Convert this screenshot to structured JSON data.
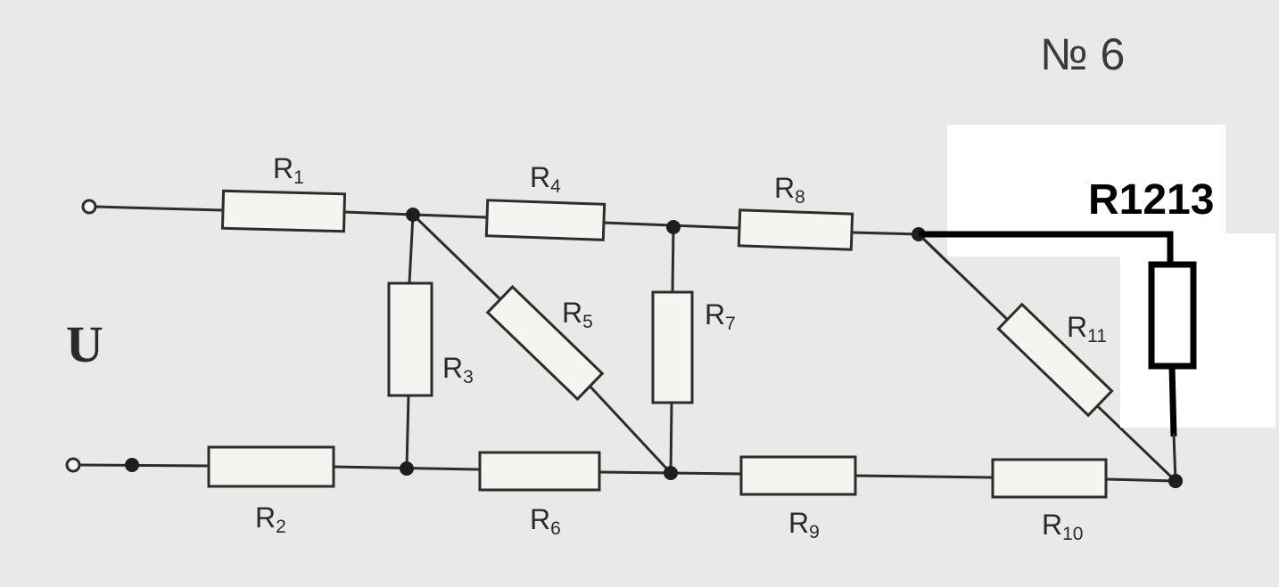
{
  "problem_number": "№ 6",
  "source_label": "U",
  "resistors": {
    "r1": {
      "letter": "R",
      "index": "1"
    },
    "r2": {
      "letter": "R",
      "index": "2"
    },
    "r3": {
      "letter": "R",
      "index": "3"
    },
    "r4": {
      "letter": "R",
      "index": "4"
    },
    "r5": {
      "letter": "R",
      "index": "5"
    },
    "r6": {
      "letter": "R",
      "index": "6"
    },
    "r7": {
      "letter": "R",
      "index": "7"
    },
    "r8": {
      "letter": "R",
      "index": "8"
    },
    "r9": {
      "letter": "R",
      "index": "9"
    },
    "r10": {
      "letter": "R",
      "index": "10"
    },
    "r11": {
      "letter": "R",
      "index": "11"
    }
  },
  "overlay_resistor_label": "R1213",
  "colors": {
    "paper": "#e9e9e7",
    "ink": "#2c2c2c",
    "overlay_ink": "#000000",
    "overlay_patch": "#ffffff"
  }
}
